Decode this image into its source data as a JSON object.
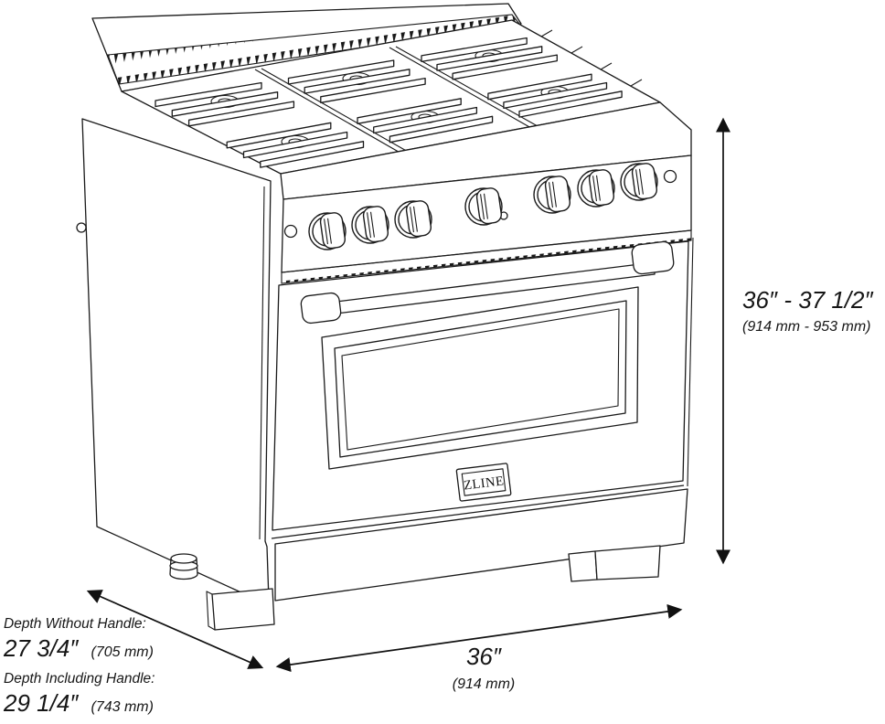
{
  "brand": {
    "logo_text": "ZLINE"
  },
  "dimensions": {
    "height": {
      "imperial": "36″ - 37 1/2″",
      "metric": "(914 mm - 953 mm)"
    },
    "width": {
      "imperial": "36″",
      "metric": "(914 mm)"
    },
    "depth_without_handle": {
      "title": "Depth Without Handle:",
      "imperial": "27 3/4″",
      "metric": "(705 mm)"
    },
    "depth_including_handle": {
      "title": "Depth Including Handle:",
      "imperial": "29 1/4″",
      "metric": "(743 mm)"
    }
  }
}
